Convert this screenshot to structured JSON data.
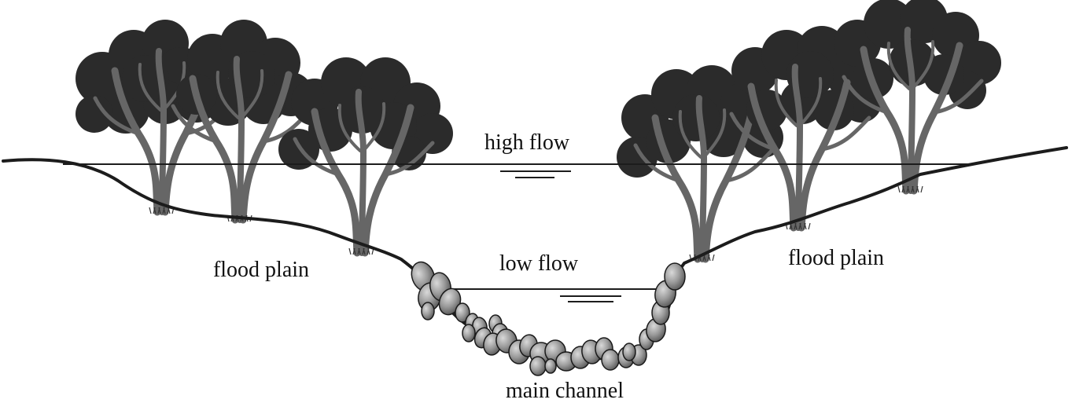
{
  "labels": {
    "high_flow": "high flow",
    "low_flow": "low flow",
    "flood_plain_left": "flood plain",
    "flood_plain_right": "flood plain",
    "main_channel": "main channel"
  },
  "colors": {
    "canopy": "#2b2b2b",
    "trunk": "#666666",
    "line": "#1c1c1c",
    "stone_fill": "#8f8f8f",
    "background": "#ffffff"
  },
  "trees": [
    {
      "side": "left",
      "name": "tree-left-1"
    },
    {
      "side": "left",
      "name": "tree-left-2"
    },
    {
      "side": "left",
      "name": "tree-left-3"
    },
    {
      "side": "right",
      "name": "tree-right-1"
    },
    {
      "side": "right",
      "name": "tree-right-2"
    },
    {
      "side": "right",
      "name": "tree-right-3"
    }
  ]
}
